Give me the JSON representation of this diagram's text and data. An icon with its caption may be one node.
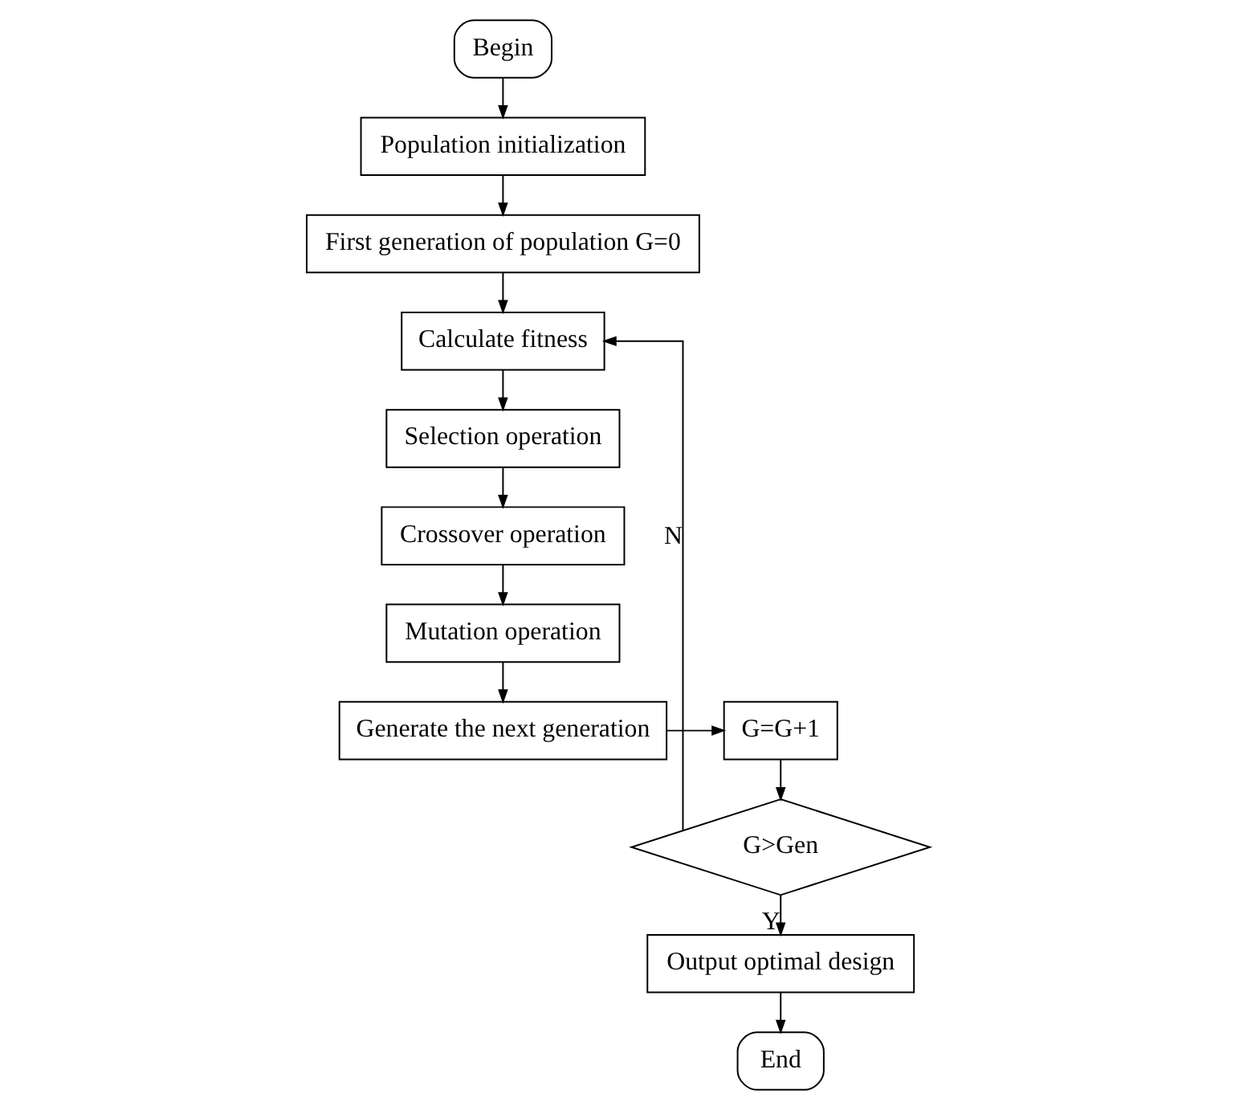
{
  "diagram": {
    "nodes": [
      {
        "text": [
          "Begin"
        ]
      },
      {
        "text": [
          "Population initialization"
        ]
      },
      {
        "text": [
          "First generation of population G=0"
        ]
      },
      {
        "text": [
          "Calculate fitness"
        ]
      },
      {
        "text": [
          "Selection operation"
        ]
      },
      {
        "text": [
          "Crossover operation"
        ]
      },
      {
        "text": [
          "Mutation operation"
        ]
      },
      {
        "text": [
          "Generate the next generation"
        ]
      },
      {
        "text": [
          "G=G+1"
        ]
      },
      {
        "text": [
          "G>Gen"
        ]
      },
      {
        "text": [
          "Output optimal design"
        ]
      },
      {
        "text": [
          "End"
        ]
      }
    ],
    "edges": [
      {
        "from": 0,
        "to": 1,
        "arrow": "to"
      },
      {
        "from": 1,
        "to": 2,
        "arrow": "to"
      },
      {
        "from": 2,
        "to": 3,
        "arrow": "to"
      },
      {
        "from": 3,
        "to": 4,
        "arrow": "to"
      },
      {
        "from": 4,
        "to": 5,
        "arrow": "to"
      },
      {
        "from": 5,
        "to": 6,
        "arrow": "to"
      },
      {
        "from": 6,
        "to": 7,
        "arrow": "to"
      },
      {
        "from": 7,
        "to": 8,
        "arrow": "to"
      },
      {
        "from": 8,
        "to": 9,
        "arrow": "to"
      },
      {
        "from": 9,
        "to": 3,
        "label": "N",
        "arrow": "to"
      },
      {
        "from": 9,
        "to": 10,
        "label": "Y",
        "arrow": "to"
      },
      {
        "from": 10,
        "to": 11,
        "arrow": "to"
      }
    ]
  }
}
